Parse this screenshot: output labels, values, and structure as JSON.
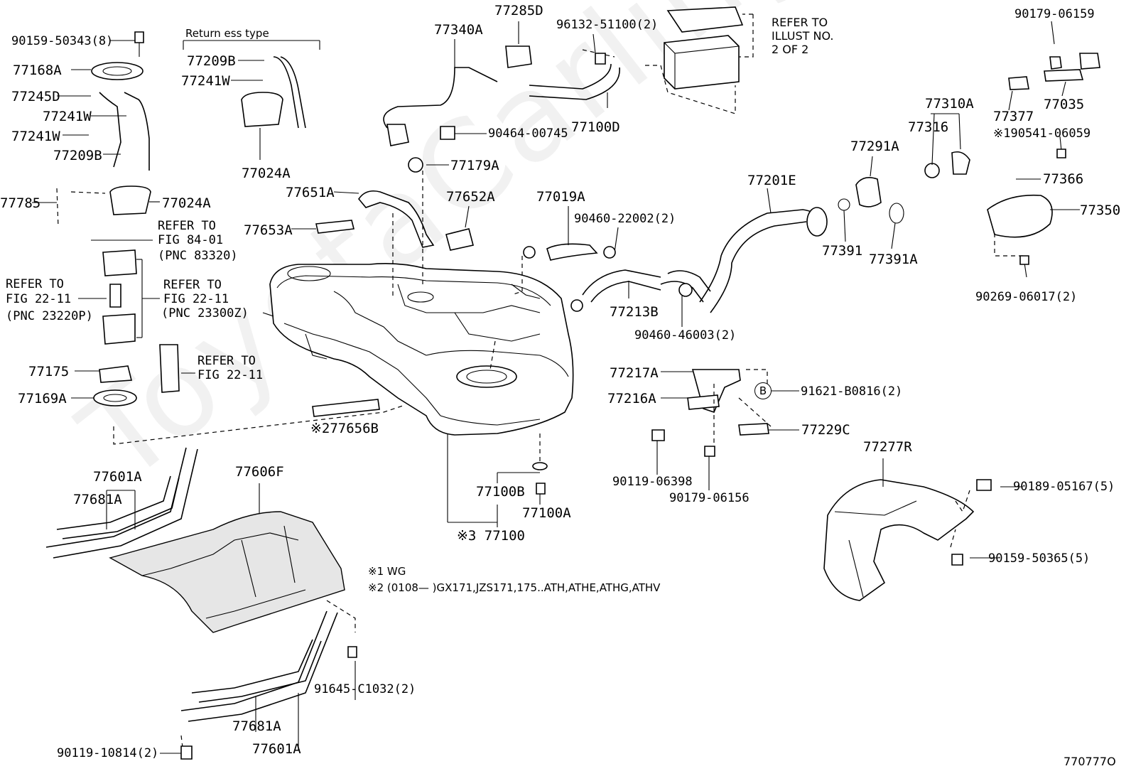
{
  "watermark": "ToyotaCarling.ru",
  "figure_id": "770777O",
  "notes": {
    "note1": "※1 WG",
    "note2": "※2 (0108—      )GX171,JZS171,175..ATH,ATHE,ATHG,ATHV"
  },
  "callout_b": "B",
  "labels": {
    "l90159_50343": "90159-50343(8)",
    "l77168A": "77168A",
    "l77245D": "77245D",
    "l77241W_a": "77241W",
    "l77241W_b": "77241W",
    "l77209B_b": "77209B",
    "l77785": "77785",
    "l77024A_b": "77024A",
    "return_less": "Return  ess type",
    "l77209B_a": "77209B",
    "l77241W_c": "77241W",
    "l77024A_a": "77024A",
    "refer_84_a": "REFER TO",
    "refer_84_b": "FIG 84-01",
    "refer_84_c": "(PNC 83320)",
    "refer_22a_a": "REFER TO",
    "refer_22a_b": "FIG 22-11",
    "refer_22a_c": "(PNC 23220P)",
    "refer_22b_a": "REFER TO",
    "refer_22b_b": "FIG 22-11",
    "refer_22b_c": "(PNC 23300Z)",
    "l77175": "77175",
    "refer_22c_a": "REFER TO",
    "refer_22c_b": "FIG 22-11",
    "l77169A": "77169A",
    "l77340A": "77340A",
    "l77285D": "77285D",
    "l96132": "96132-51100(2)",
    "refer_illust_a": "REFER TO",
    "refer_illust_b": "ILLUST NO.",
    "refer_illust_c": "2 OF 2",
    "l90464": "90464-00745",
    "l77100D": "77100D",
    "l77179A": "77179A",
    "l77651A": "77651A",
    "l77652A": "77652A",
    "l77653A": "77653A",
    "l77019A": "77019A",
    "l90460_22002": "90460-22002(2)",
    "l77201E": "77201E",
    "l77213B": "77213B",
    "l90460_46003": "90460-46003(2)",
    "l277656B": "※277656B",
    "l77217A": "77217A",
    "l77216A": "77216A",
    "l91621": "91621-B0816(2)",
    "l77229C": "77229C",
    "l90119_06398": "90119-06398",
    "l90179_06156": "90179-06156",
    "l77100B": "77100B",
    "l77100A": "77100A",
    "l77100": "※3 77100",
    "l90179_06159": "90179-06159",
    "l77377": "77377",
    "l77035": "77035",
    "l190541": "※190541-06059",
    "l77310A": "77310A",
    "l77316": "77316",
    "l77291A": "77291A",
    "l77366": "77366",
    "l77350": "77350",
    "l77391": "77391",
    "l77391A": "77391A",
    "l90269": "90269-06017(2)",
    "l77277R": "77277R",
    "l90189": "90189-05167(5)",
    "l90159_50365": "90159-50365(5)",
    "l77601A_a": "77601A",
    "l77681A_a": "77681A",
    "l77606F": "77606F",
    "l91645": "91645-C1032(2)",
    "l77681A_b": "77681A",
    "l77601A_b": "77601A",
    "l90119_10814": "90119-10814(2)"
  }
}
